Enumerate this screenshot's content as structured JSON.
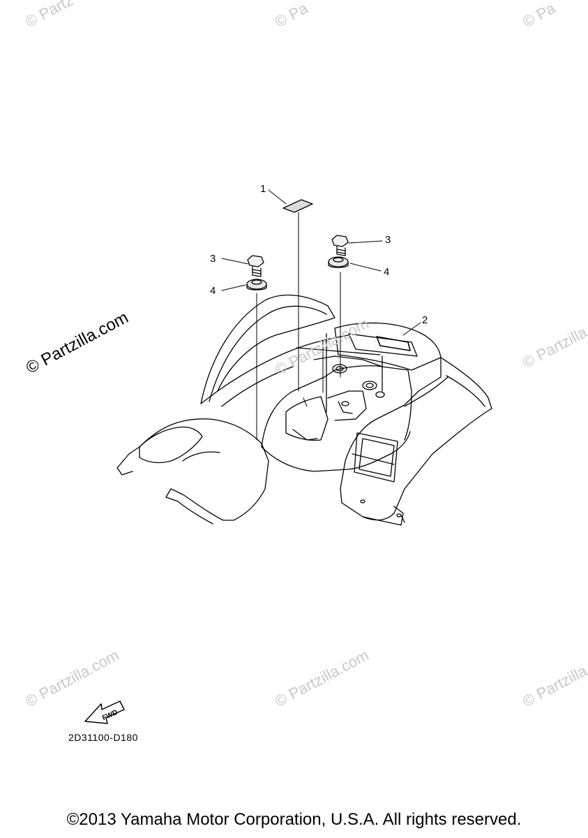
{
  "watermark": {
    "text": "© Partzilla.com",
    "text_short": "© Partz",
    "text_prefix": "© Pa",
    "text_end": "© Partzilla"
  },
  "callouts": [
    "1",
    "2",
    "3",
    "3",
    "4",
    "4"
  ],
  "fwd_label": "FWD",
  "diagram_code": "2D31100-D180",
  "copyright": "©2013 Yamaha Motor Corporation, U.S.A. All rights reserved."
}
